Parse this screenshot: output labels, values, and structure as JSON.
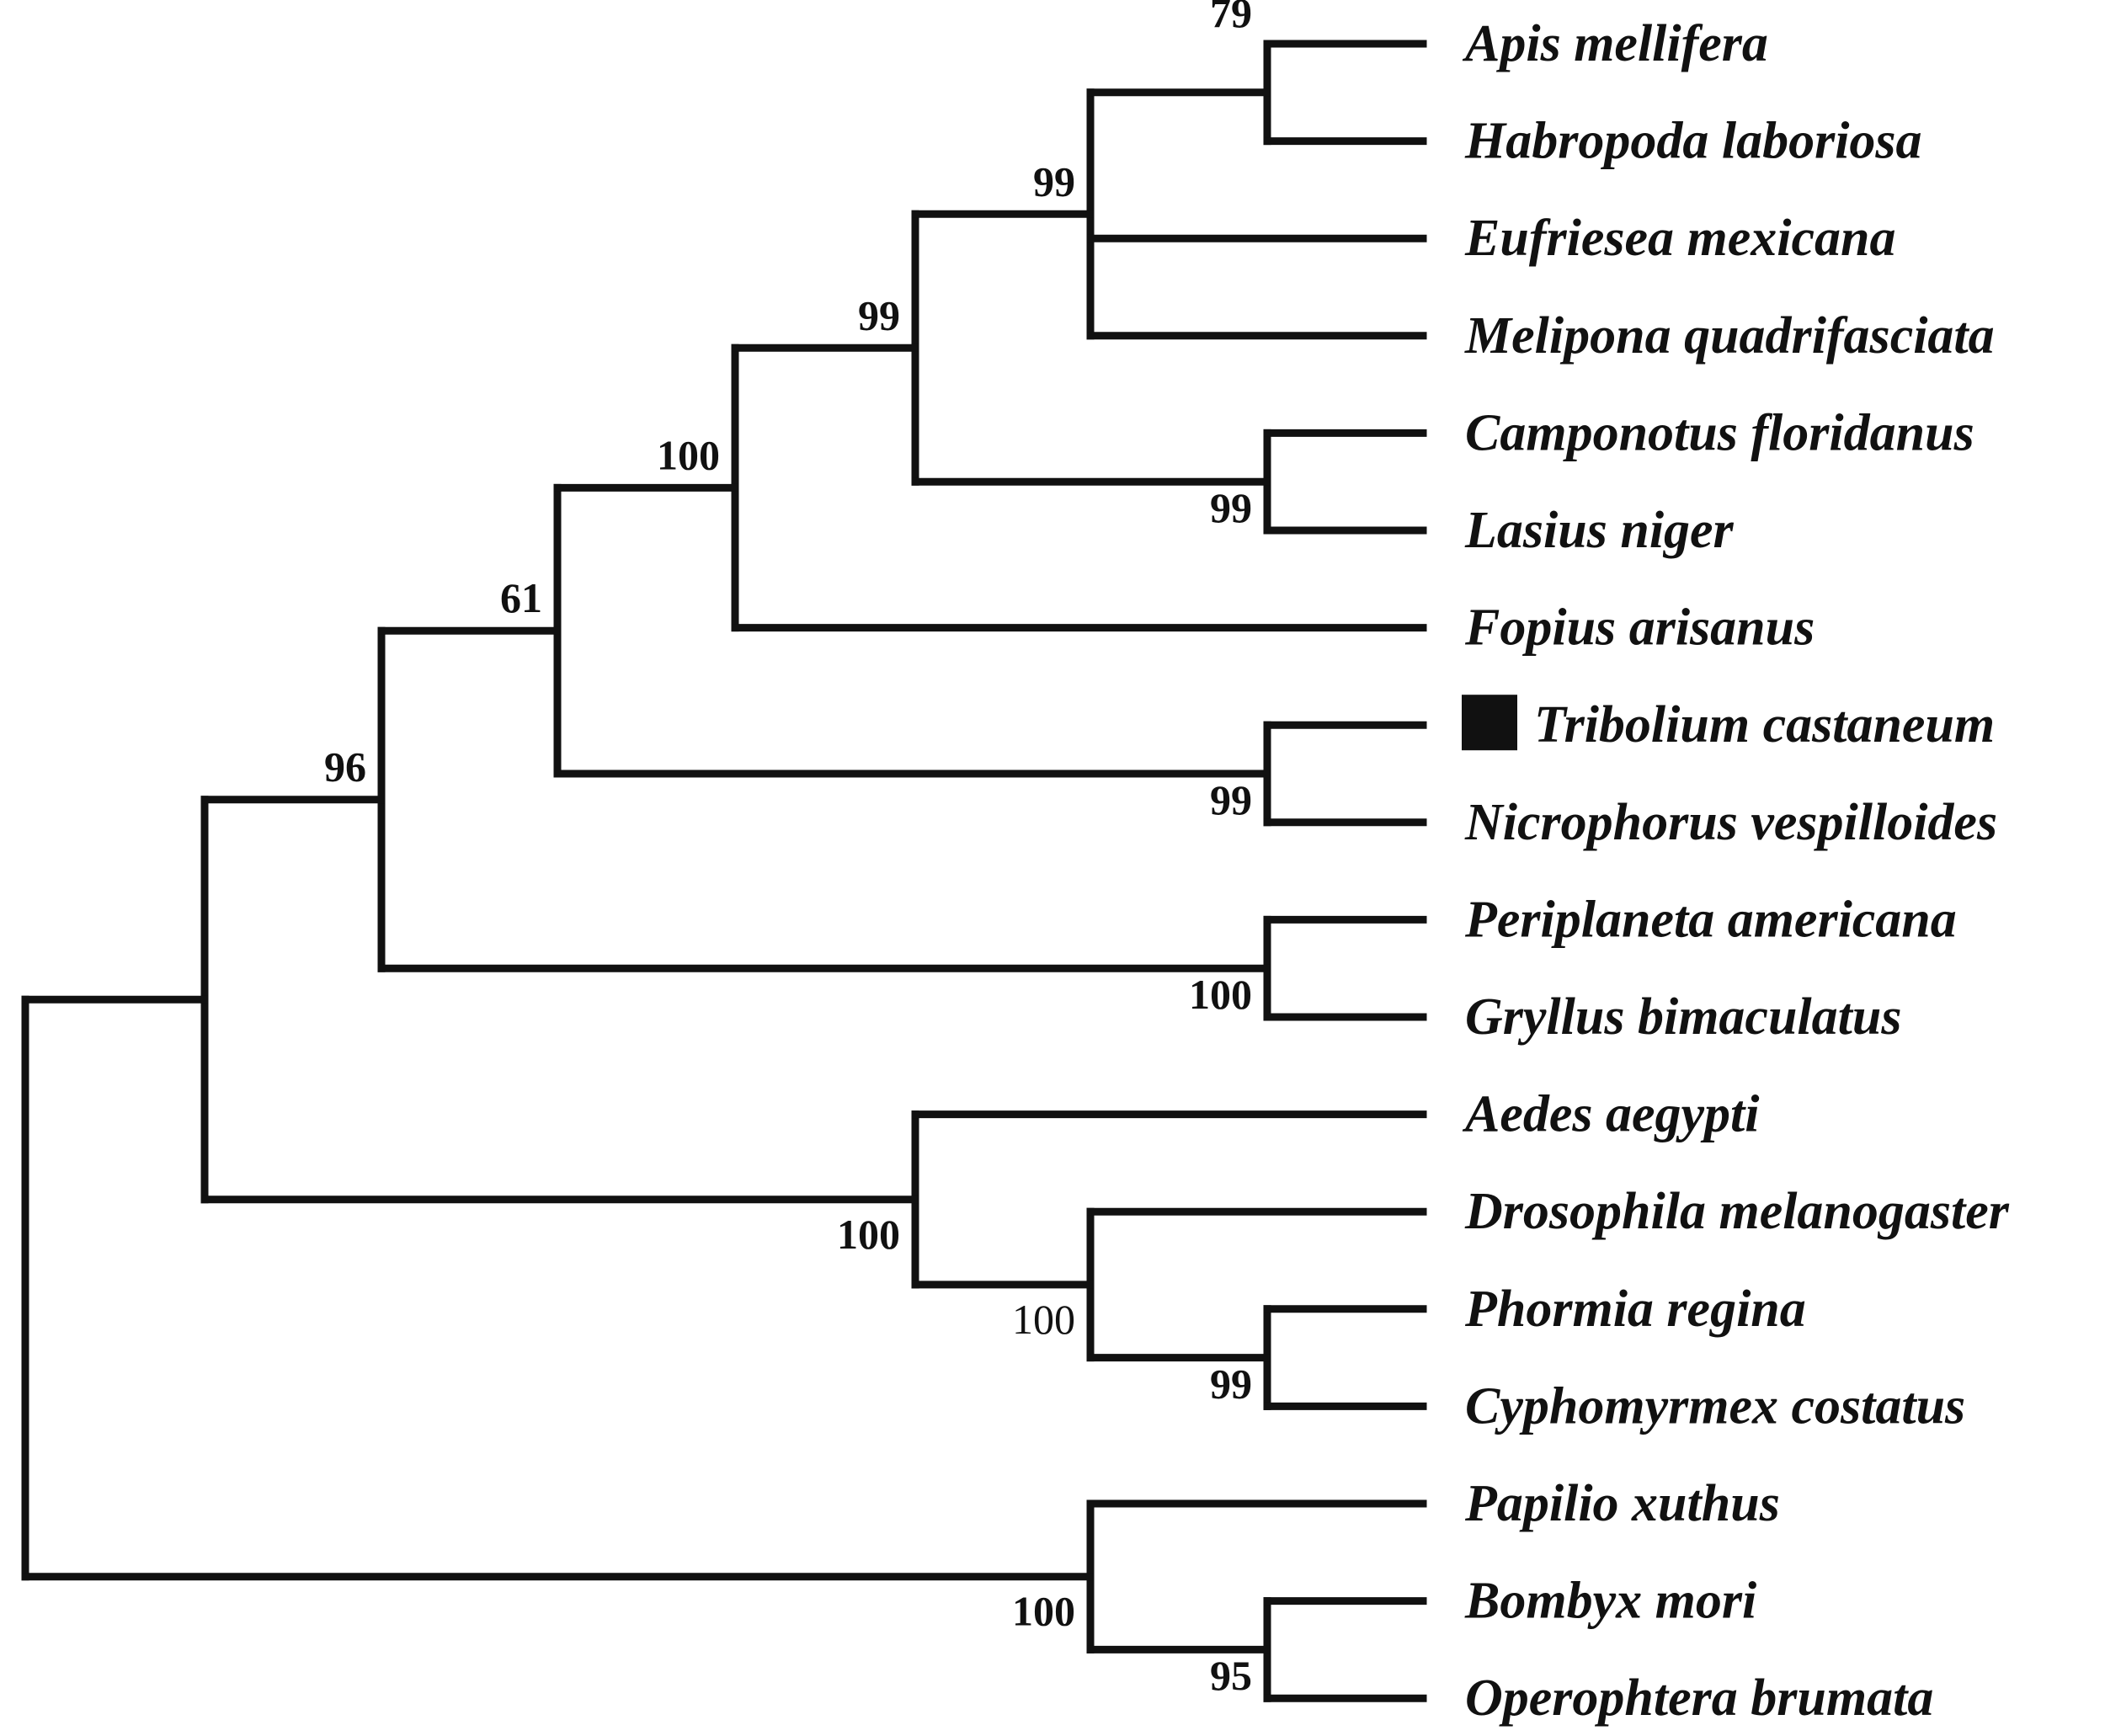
{
  "diagram": {
    "type": "phylogenetic-tree",
    "taxa": [
      "Apis mellifera",
      "Habropoda laboriosa",
      "Eufriesea mexicana",
      "Melipona quadrifasciata",
      "Camponotus floridanus",
      "Lasius niger",
      "Fopius arisanus",
      "Tribolium castaneum",
      "Nicrophorus vespilloides",
      "Periplaneta americana",
      "Gryllus bimaculatus",
      "Aedes aegypti",
      "Drosophila melanogaster",
      "Phormia regina",
      "Cyphomyrmex costatus",
      "Papilio xuthus",
      "Bombyx mori",
      "Operophtera brumata"
    ],
    "highlighted_taxon": "Tribolium castaneum",
    "highlight_marker": "black-square",
    "support_values": [
      {
        "node": "apis-habropoda",
        "value": "79"
      },
      {
        "node": "bees",
        "value": "99"
      },
      {
        "node": "bees-ants",
        "value": "99"
      },
      {
        "node": "camponotus-lasius",
        "value": "99"
      },
      {
        "node": "hymenoptera",
        "value": "100"
      },
      {
        "node": "hym-coleoptera",
        "value": "61"
      },
      {
        "node": "tribolium-nicrophorus",
        "value": "99"
      },
      {
        "node": "main-insects",
        "value": "96"
      },
      {
        "node": "periplaneta-gryllus",
        "value": "100"
      },
      {
        "node": "diptera",
        "value": "100"
      },
      {
        "node": "drosophila-group",
        "value": "100"
      },
      {
        "node": "phormia-cyphomyrmex",
        "value": "99"
      },
      {
        "node": "lepidoptera",
        "value": "100"
      },
      {
        "node": "bombyx-operophtera",
        "value": "95"
      }
    ]
  }
}
